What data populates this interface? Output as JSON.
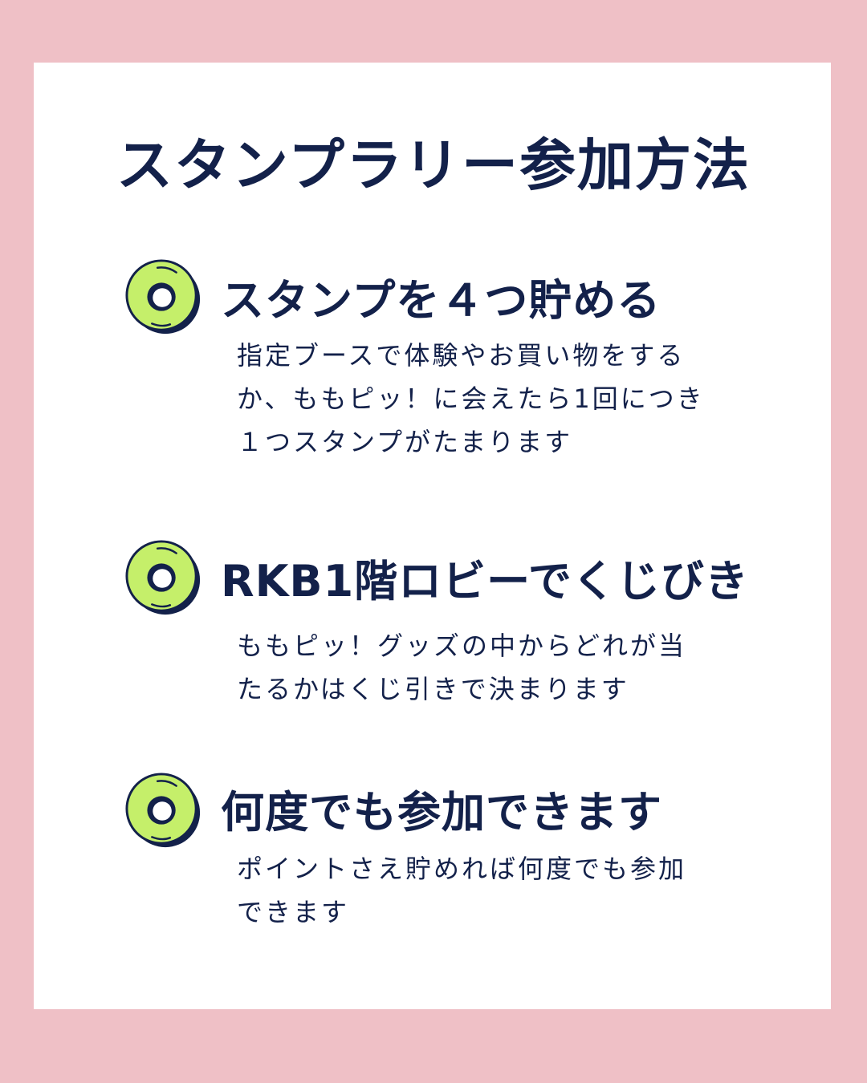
{
  "title": "スタンプラリー参加方法",
  "colors": {
    "background": "#efc0c6",
    "panel": "#ffffff",
    "text": "#13214a",
    "icon_fill": "#c5ef6a"
  },
  "steps": [
    {
      "icon": "donut-icon",
      "heading": "スタンプを４つ貯める",
      "lines": [
        "指定ブースで体験やお買い物をする",
        "か、ももピッ！に会えたら1回につき",
        "１つスタンプがたまります"
      ]
    },
    {
      "icon": "donut-icon",
      "heading": "RKB1階ロビーでくじびき",
      "lines": [
        "ももピッ！グッズの中からどれが当",
        "たるかはくじ引きで決まります"
      ]
    },
    {
      "icon": "donut-icon",
      "heading": "何度でも参加できます",
      "lines": [
        "ポイントさえ貯めれば何度でも参加",
        "できます"
      ]
    }
  ]
}
